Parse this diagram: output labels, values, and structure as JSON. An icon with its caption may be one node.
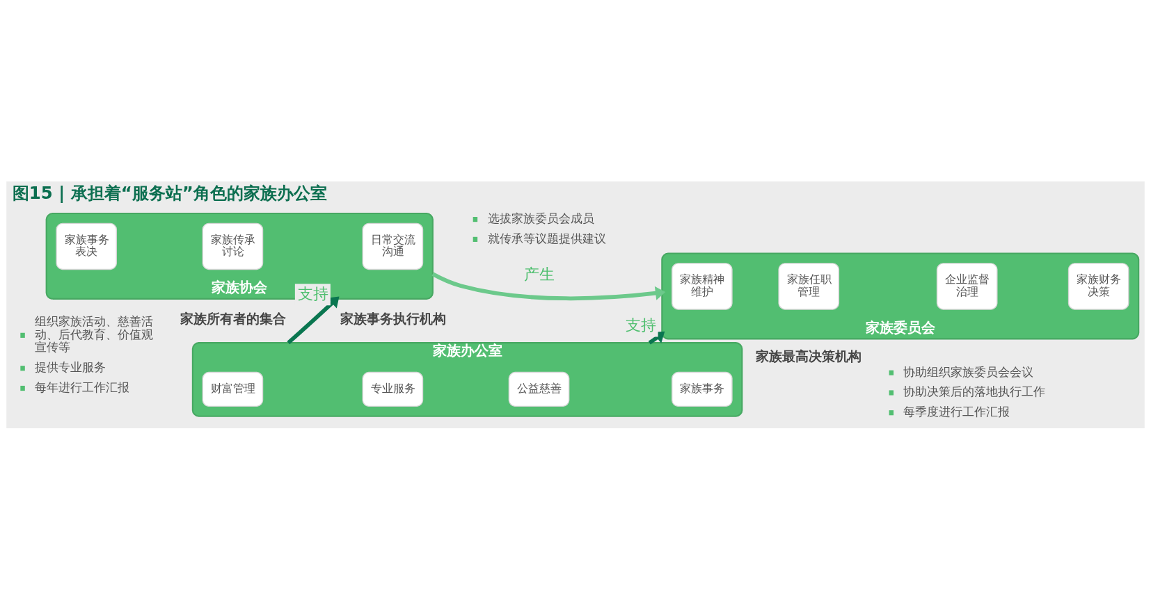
{
  "diagram": {
    "title": "图15 | 承担着“服务站”角色的家族办公室",
    "nodes": [
      {
        "text": [
          "家族协会"
        ],
        "beside": [
          "家族所有者的集合"
        ]
      },
      {
        "text": [
          "家族事务表决"
        ],
        "in": 0
      },
      {
        "text": [
          "家族传承讨论"
        ],
        "in": 0
      },
      {
        "text": [
          "日常交流沟通"
        ],
        "in": 0
      },
      {
        "text": [
          "家族委员会"
        ],
        "beside": [
          "家族最高决策机构"
        ]
      },
      {
        "text": [
          "家族精神维护"
        ],
        "in": 4
      },
      {
        "text": [
          "家族任职管理"
        ],
        "in": 4
      },
      {
        "text": [
          "企业监督治理"
        ],
        "in": 4
      },
      {
        "text": [
          "家族财务决策"
        ],
        "in": 4
      },
      {
        "text": [
          "家族办公室"
        ],
        "beside": [
          "家族事务执行机构"
        ]
      },
      {
        "text": [
          "财富管理"
        ],
        "in": 9
      },
      {
        "text": [
          "专业服务"
        ],
        "in": 9
      },
      {
        "text": [
          "公益慈善"
        ],
        "in": 9
      },
      {
        "text": [
          "家族事务"
        ],
        "in": 9
      }
    ],
    "edges": [
      {
        "from": 0,
        "to": 4,
        "arrow": "to",
        "label": "产生",
        "color": "#6cc98b"
      },
      {
        "from": 9,
        "to": 0,
        "arrow": "to",
        "label": "支持"
      },
      {
        "from": 9,
        "to": 4,
        "arrow": "to",
        "label": "支持"
      }
    ],
    "labels": [
      "选拔家族委员会成员",
      "就传承等议题提供建议",
      "组织家族活动、慈善活动、后代教育、价值观宣传等",
      "提供专业服务",
      "每年进行工作汇报",
      "协助组织家族委员会会议",
      "协助决策后的落地执行工作",
      "每季度进行工作汇报"
    ]
  }
}
